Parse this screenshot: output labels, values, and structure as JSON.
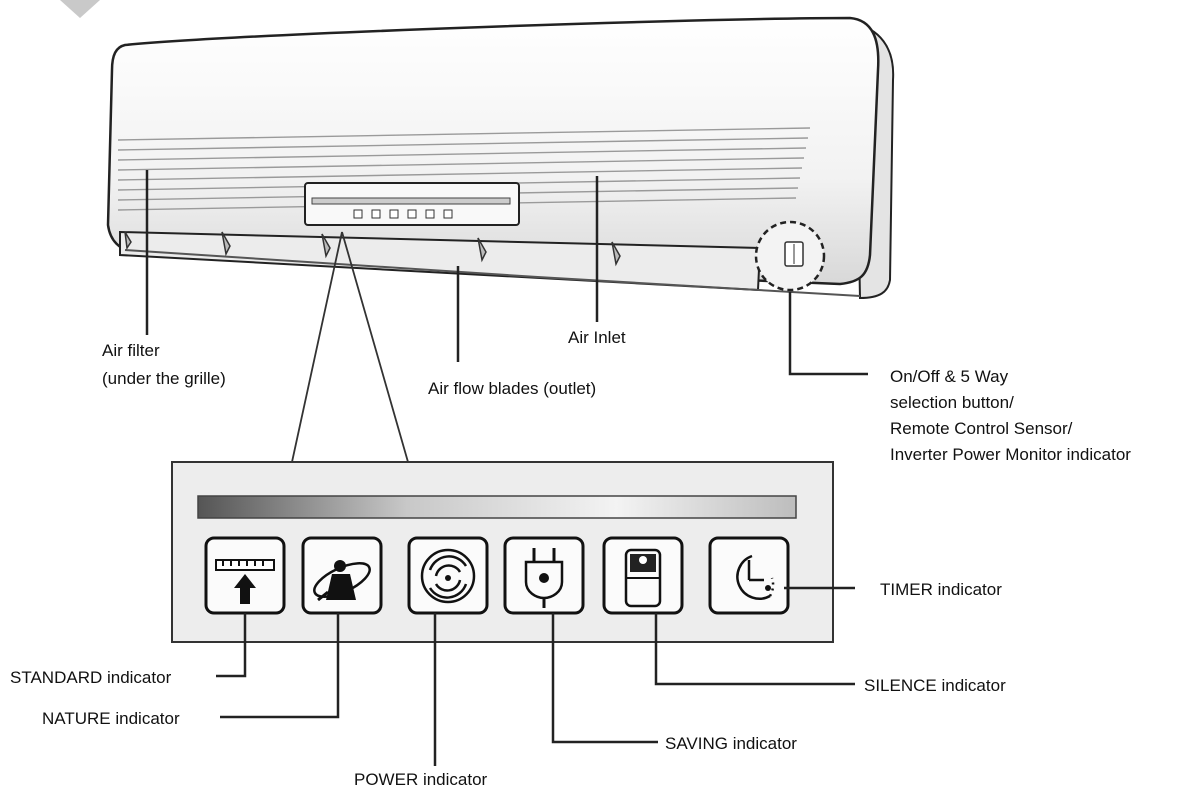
{
  "labels": {
    "air_filter_line1": "Air filter",
    "air_filter_line2": "(under the grille)",
    "air_inlet": "Air Inlet",
    "air_flow_blades": "Air flow blades (outlet)",
    "onoff_line1": "On/Off & 5 Way",
    "onoff_line2": "selection button/",
    "onoff_line3": "Remote Control Sensor/",
    "onoff_line4": "Inverter Power Monitor indicator",
    "timer": "TIMER indicator",
    "standard": "STANDARD indicator",
    "nature": "NATURE indicator",
    "power": "POWER indicator",
    "saving": "SAVING indicator",
    "silence": "SILENCE indicator"
  },
  "colors": {
    "line": "#222222",
    "panel_fill": "#ededed",
    "unit_fill": "#f6f6f6",
    "unit_shade": "#d9d9d9"
  },
  "icons": [
    "standard-icon",
    "nature-icon",
    "power-icon",
    "saving-icon",
    "silence-icon",
    "timer-icon"
  ]
}
